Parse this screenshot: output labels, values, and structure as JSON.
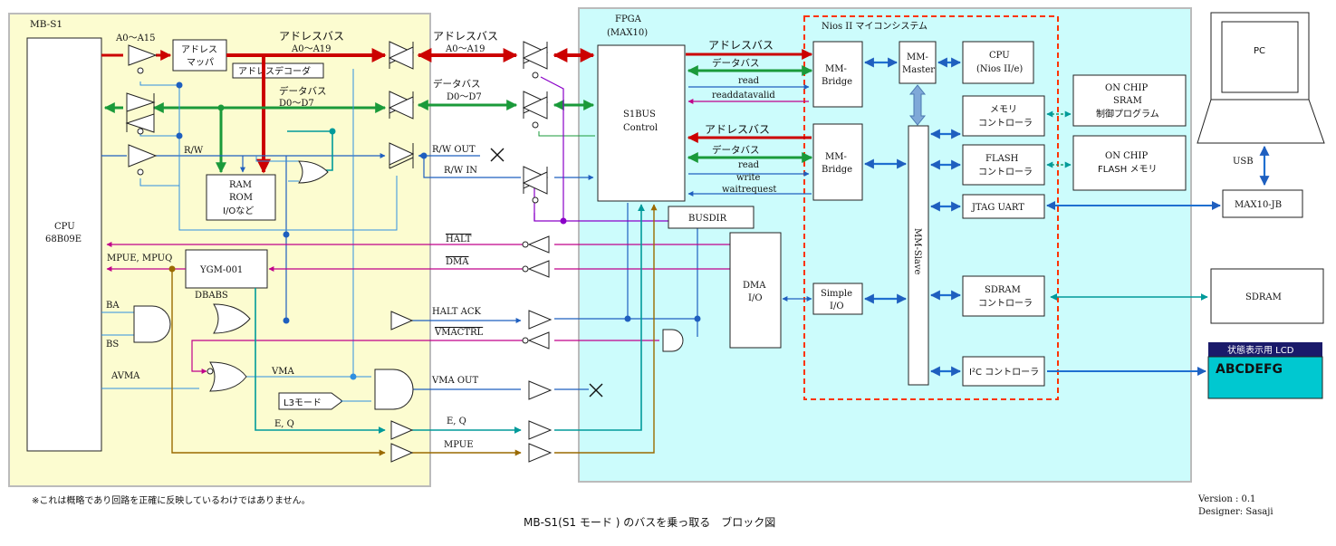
{
  "mbs1": {
    "title": "MB-S1",
    "cpu_line1": "CPU",
    "cpu_line2": "68B09E",
    "addr_in": "A0～A15",
    "mapper_line1": "アドレス",
    "mapper_line2": "マッパ",
    "decoder": "アドレスデコーダ",
    "addr_bus_line1": "アドレスバス",
    "addr_bus_line2": "A0～A19",
    "data_bus_line1": "データバス",
    "data_bus_line2": "D0～D7",
    "rw": "R/W",
    "ram_line1": "RAM",
    "ram_line2": "ROM",
    "ram_line3": "I/Oなど",
    "ygm": "YGM-001",
    "mpue_mpuq": "MPUE, MPUQ",
    "dbabs": "DBABS",
    "ba": "BA",
    "bs": "BS",
    "avma": "AVMA",
    "vma": "VMA",
    "l3": "L3モード",
    "eq": "E, Q"
  },
  "bus": {
    "addr_line1": "アドレスバス",
    "addr_line2": "A0～A19",
    "data_line1": "データバス",
    "data_line2": "D0～D7",
    "rw_out": "R/W OUT",
    "rw_in": "R/W IN",
    "halt": "HALT",
    "dma": "DMA",
    "halt_ack": "HALT ACK",
    "vmactrl": "VMACTRL",
    "vma_out": "VMA OUT",
    "eq": "E, Q",
    "mpue": "MPUE"
  },
  "fpga": {
    "title_line1": "FPGA",
    "title_line2": "(MAX10)",
    "s1bus_line1": "S1BUS",
    "s1bus_line2": "Control",
    "busdir": "BUSDIR",
    "dma_line1": "DMA",
    "dma_line2": "I/O",
    "sig1_addr": "アドレスバス",
    "sig1_data": "データバス",
    "sig1_read": "read",
    "sig1_rdv": "readdatavalid",
    "sig2_addr": "アドレスバス",
    "sig2_data": "データバス",
    "sig2_read": "read",
    "sig2_write": "write",
    "sig2_wait": "waitrequest"
  },
  "nios": {
    "title": "Nios II マイコンシステム",
    "bridge1_line1": "MM-",
    "bridge1_line2": "Bridge",
    "bridge2_line1": "MM-",
    "bridge2_line2": "Bridge",
    "master_line1": "MM-",
    "master_line2": "Master",
    "cpu_line1": "CPU",
    "cpu_line2": "(Nios II/e)",
    "simple_line1": "Simple",
    "simple_line2": "I/O",
    "slave": "MM-Slave",
    "memctrl_line1": "メモリ",
    "memctrl_line2": "コントローラ",
    "flashctrl_line1": "FLASH",
    "flashctrl_line2": "コントローラ",
    "jtag": "JTAG UART",
    "sdramctrl_line1": "SDRAM",
    "sdramctrl_line2": "コントローラ",
    "i2c": "I²C コントローラ"
  },
  "external": {
    "sram_line1": "ON CHIP",
    "sram_line2": "SRAM",
    "sram_line3": "制御プログラム",
    "flash_line1": "ON CHIP",
    "flash_line2": "FLASH メモリ",
    "pc": "PC",
    "usb": "USB",
    "max10jb": "MAX10-JB",
    "sdram": "SDRAM",
    "lcd_title": "状態表示用 LCD",
    "lcd_text": "ABCDEFG"
  },
  "footer": {
    "note": "※これは概略であり回路を正確に反映しているわけではありません。",
    "caption": "MB-S1(S1 モード ) のバスを乗っ取る　ブロック図",
    "version": "Version : 0.1",
    "designer": "Designer: Sasaji"
  },
  "colors": {
    "address_bus": "#cc0000",
    "data_bus": "#1a9a3a",
    "control": "#1f5fbf",
    "light_blue": "#2f8fe0",
    "magenta": "#c0008a",
    "purple": "#8a00c8",
    "teal": "#009a9a",
    "brown": "#9a6a00",
    "mbs1_bg": "#fcfcd0",
    "fpga_bg": "#ccfcfc",
    "nios_border": "#ff3300",
    "lcd_bg": "#00c8d0"
  }
}
